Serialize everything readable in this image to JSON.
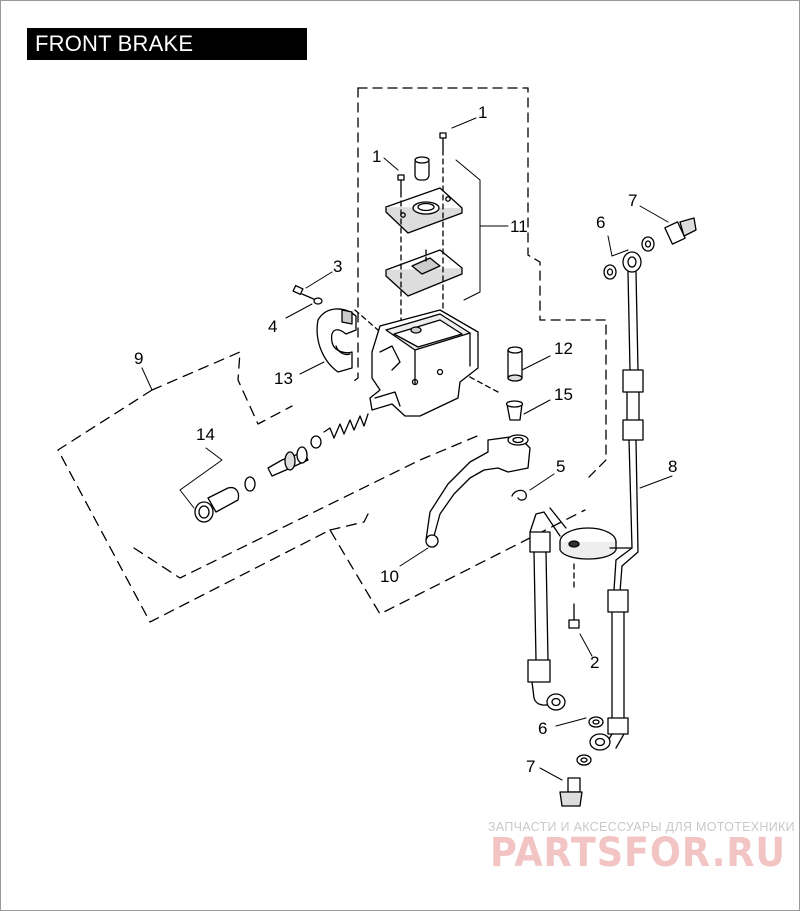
{
  "title": "FRONT BRAKE CONTROL",
  "labels": {
    "p1a": "1",
    "p1b": "1",
    "p2": "2",
    "p3": "3",
    "p4": "4",
    "p5": "5",
    "p6a": "6",
    "p6b": "6",
    "p7a": "7",
    "p7b": "7",
    "p8": "8",
    "p9": "9",
    "p10": "10",
    "p11": "11",
    "p12": "12",
    "p13": "13",
    "p14": "14",
    "p15": "15"
  },
  "watermark": {
    "caption": "ЗАПЧАСТИ И АКСЕССУАРЫ ДЛЯ МОТОТЕХНИКИ",
    "brand": "PARTSFOR.RU"
  },
  "colors": {
    "ink": "#000000",
    "title_bg": "#000000",
    "title_fg": "#ffffff",
    "watermark": "#f2c4c4"
  }
}
